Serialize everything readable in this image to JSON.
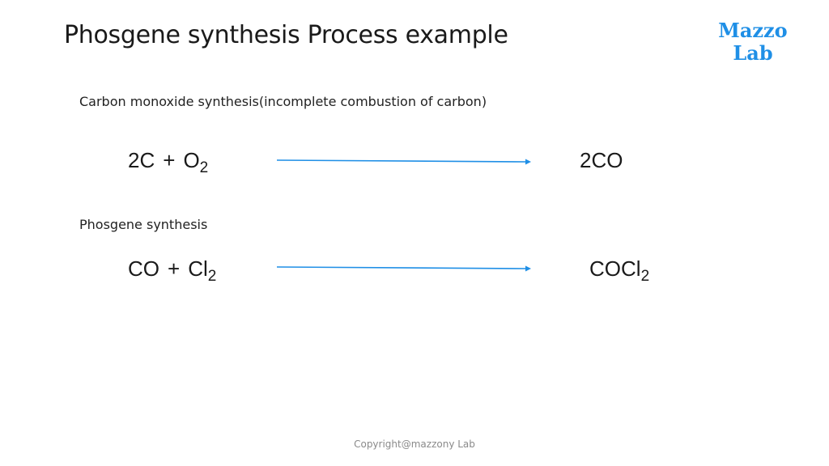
{
  "slide": {
    "title": "Phosgene synthesis Process example",
    "logo": {
      "line1": "Mazzo",
      "line2": "Lab"
    },
    "reaction1": {
      "label": "Carbon monoxide synthesis(incomplete combustion of carbon)",
      "reactant_a": "2C",
      "operator": "+",
      "reactant_b": "O",
      "reactant_b_sub": "2",
      "product": "2CO"
    },
    "reaction2": {
      "label": "Phosgene synthesis",
      "reactant_a": "CO",
      "operator": "+",
      "reactant_b": "Cl",
      "reactant_b_sub": "2",
      "product": "COCl",
      "product_sub": "2"
    },
    "copyright": "Copyright@mazzony Lab",
    "colors": {
      "arrow": "#1f8fe6",
      "logo": "#1f8fe6"
    }
  }
}
